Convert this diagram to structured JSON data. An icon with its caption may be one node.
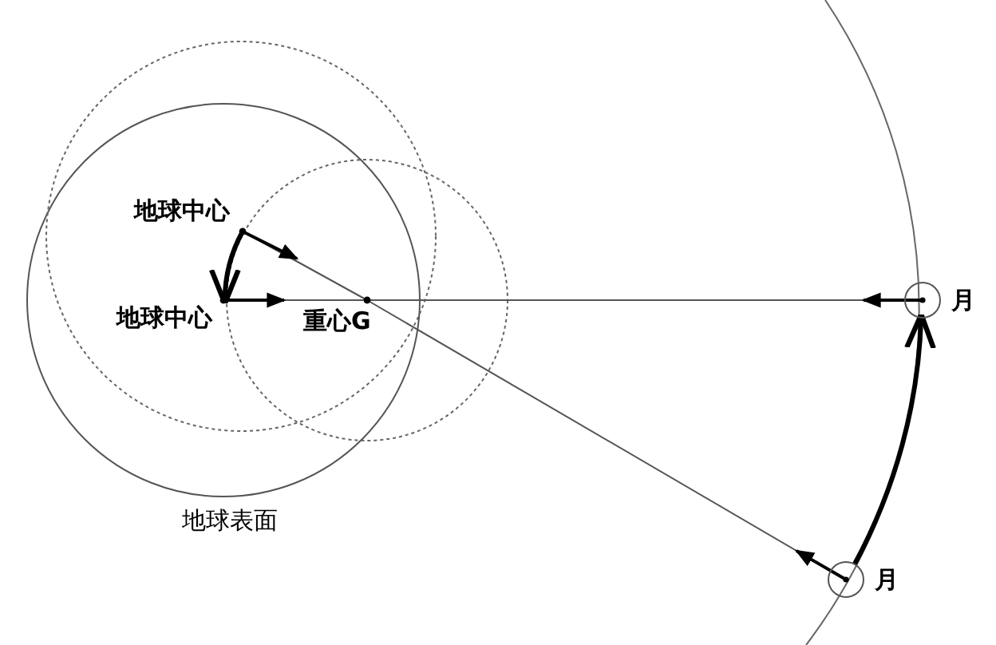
{
  "diagram": {
    "nodes": [
      {
        "text": [
          "地球中心"
        ]
      },
      {
        "text": [
          "地球中心"
        ]
      },
      {
        "text": [
          "重心G"
        ]
      },
      {
        "text": [
          "月"
        ]
      },
      {
        "text": [
          "月"
        ]
      }
    ],
    "edges": [
      {
        "from": 1,
        "to": 2,
        "arrow": "none"
      },
      {
        "from": 2,
        "to": 3,
        "arrow": "none"
      },
      {
        "from": 0,
        "to": 2,
        "arrow": "none"
      },
      {
        "from": 2,
        "to": 4,
        "arrow": "none"
      },
      {
        "from": 0,
        "to": 1,
        "arrow": "to",
        "style": "thick"
      },
      {
        "from": 4,
        "to": 3,
        "arrow": "to",
        "style": "thick"
      }
    ],
    "labels": [
      "地球表面"
    ]
  }
}
